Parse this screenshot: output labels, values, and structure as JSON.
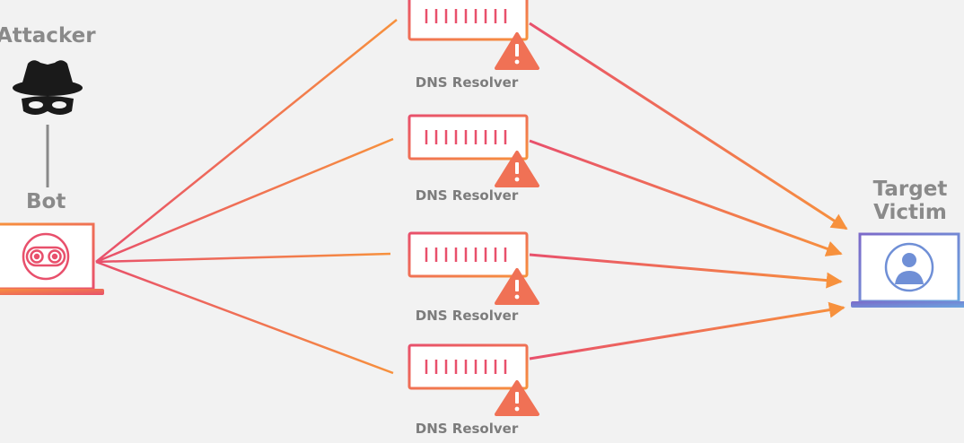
{
  "attacker": {
    "label": "Attacker",
    "icon": "spy-hat-icon"
  },
  "bot": {
    "label": "Bot",
    "icon": "robot-face-icon"
  },
  "victim": {
    "label_line1": "Target",
    "label_line2": "Victim",
    "icon": "user-avatar-icon"
  },
  "resolvers": [
    {
      "label": "DNS Resolver"
    },
    {
      "label": "DNS Resolver"
    },
    {
      "label": "DNS Resolver"
    },
    {
      "label": "DNS Resolver"
    }
  ],
  "colors": {
    "background": "#f2f2f2",
    "gradient_orange": "#f7913d",
    "gradient_pink": "#e8506c",
    "victim_blue": "#6f8fd6",
    "victim_purple": "#7c6ac9",
    "label_gray": "#8a8a8a"
  }
}
